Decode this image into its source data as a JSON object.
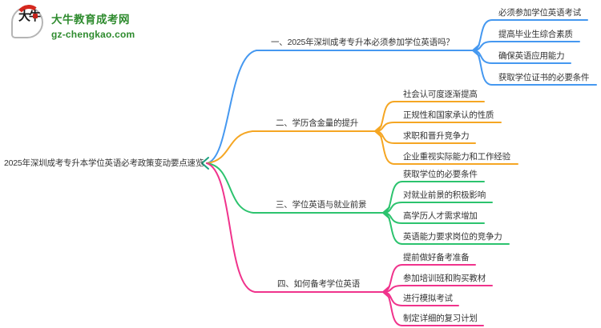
{
  "logo": {
    "icon_text": "大牛",
    "title": "大牛教育成考网",
    "subtitle": "gz-chengkao.com"
  },
  "root": {
    "label": "2025年深圳成考专升本学位英语必考政策变动要点速览"
  },
  "colors": {
    "branch1": "#4598f0",
    "branch2": "#f5a623",
    "branch3": "#2cc36e",
    "bran4_note": "",
    "branch4": "#f0338c",
    "root_arrow": "#1ca180",
    "logo_green": "#2e8b2e",
    "text": "#333333"
  },
  "branches": [
    {
      "label": "一、2025年深圳成考专升本必须参加学位英语吗？",
      "leaves": [
        "必须参加学位英语考试",
        "提高毕业生综合素质",
        "确保英语应用能力",
        "获取学位证书的必要条件"
      ]
    },
    {
      "label": "二、学历含金量的提升",
      "leaves": [
        "社会认可度逐渐提高",
        "正规性和国家承认的性质",
        "求职和晋升竞争力",
        "企业重视实际能力和工作经验"
      ]
    },
    {
      "label": "三、学位英语与就业前景",
      "leaves": [
        "获取学位的必要条件",
        "对就业前景的积极影响",
        "高学历人才需求增加",
        "英语能力要求岗位的竞争力"
      ]
    },
    {
      "label": "四、如何备考学位英语",
      "leaves": [
        "提前做好备考准备",
        "参加培训班和购买教材",
        "进行模拟考试",
        "制定详细的复习计划"
      ]
    }
  ]
}
